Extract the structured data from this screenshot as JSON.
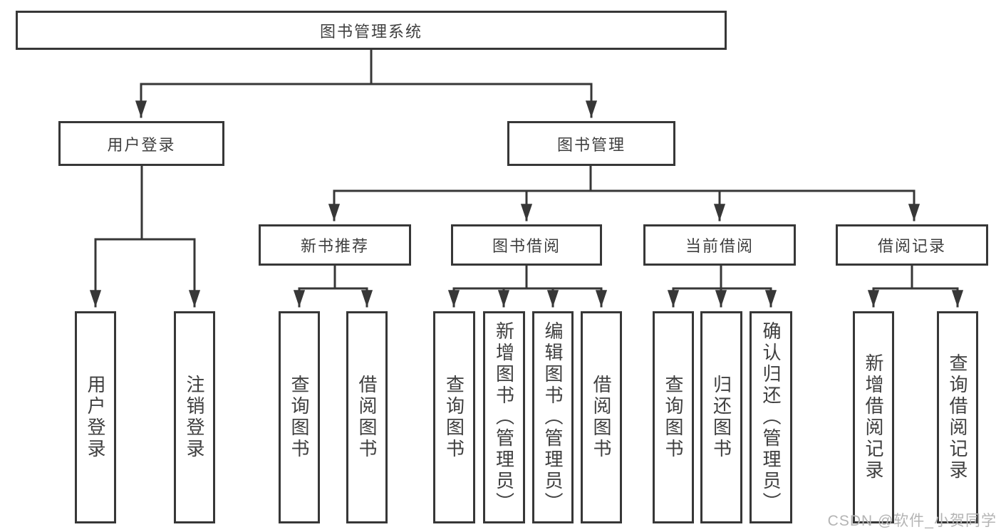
{
  "colors": {
    "line": "#373737",
    "text": "#3f3f3f",
    "box_bg": "#ffffff",
    "page_bg": "#ffffff",
    "watermark": "#b4b4b4"
  },
  "diagram": {
    "root": {
      "label": "图书管理系统"
    },
    "level2": [
      {
        "label": "用户登录"
      },
      {
        "label": "图书管理"
      }
    ],
    "level3": [
      {
        "label": "新书推荐"
      },
      {
        "label": "图书借阅"
      },
      {
        "label": "当前借阅"
      },
      {
        "label": "借阅记录"
      }
    ],
    "leaves": {
      "user_login": [
        "用户登录",
        "注销登录"
      ],
      "new_book": [
        "查询图书",
        "借阅图书"
      ],
      "book_borrow": [
        "查询图书",
        "新增图书（管理员）",
        "编辑图书（管理员）",
        "借阅图书"
      ],
      "current_borrow": [
        "查询图书",
        "归还图书",
        "确认归还（管理员）"
      ],
      "borrow_record": [
        "新增借阅记录",
        "查询借阅记录"
      ]
    }
  },
  "watermark": {
    "text": "CSDN @软件_小贺同学"
  }
}
